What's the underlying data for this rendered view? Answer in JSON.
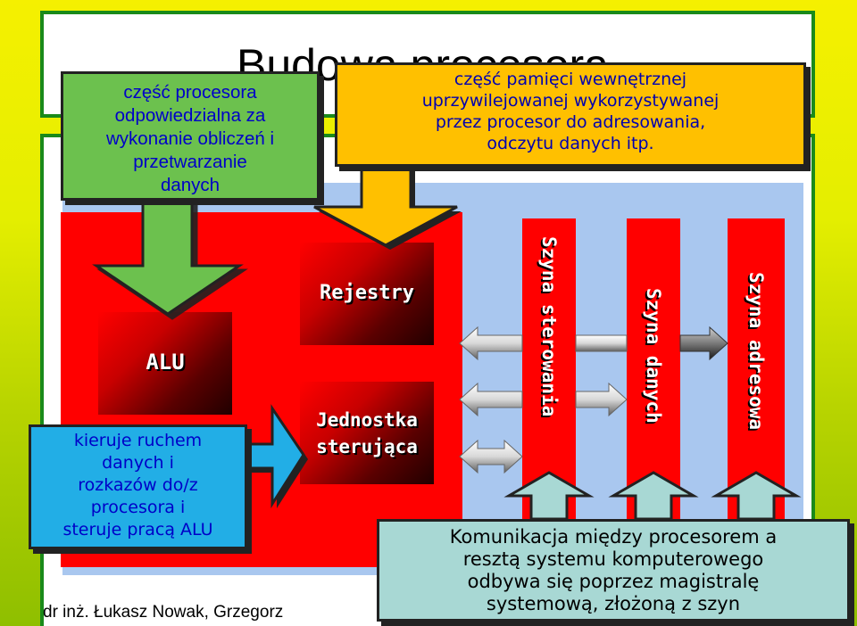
{
  "title": "Budowa procesora",
  "blocks": {
    "alu": "ALU",
    "registers": "Rejestry",
    "control_unit_line1": "Jednostka",
    "control_unit_line2": "sterująca"
  },
  "buses": {
    "control": "Szyna sterowania",
    "data": "Szyna danych",
    "address": "Szyna adresowa"
  },
  "callouts": {
    "alu_desc": [
      "część procesora",
      "odpowiedzialna za",
      "wykonanie obliczeń i",
      "przetwarzanie",
      "danych"
    ],
    "registers_desc": [
      "część pamięci wewnętrznej",
      "uprzywilejowanej wykorzystywanej",
      "przez procesor do adresowania,",
      "odczytu danych itp."
    ],
    "control_desc": [
      "kieruje ruchem",
      "danych i",
      "rozkazów do/z",
      "procesora i",
      "steruje pracą ALU"
    ],
    "bus_desc": [
      "Komunikacja między procesorem a",
      "resztą systemu komputerowego",
      "odbywa się poprzez magistralę",
      "systemową, złożoną z szyn"
    ]
  },
  "footer": "dr inż. Łukasz Nowak, Grzegorz",
  "colors": {
    "green_callout": "#6cc14e",
    "orange_callout": "#ffc000",
    "cyan_callout": "#22aee6",
    "teal_callout": "#a8d8d4",
    "bus_red": "#ff0000",
    "callout_text": "#0000c8"
  }
}
